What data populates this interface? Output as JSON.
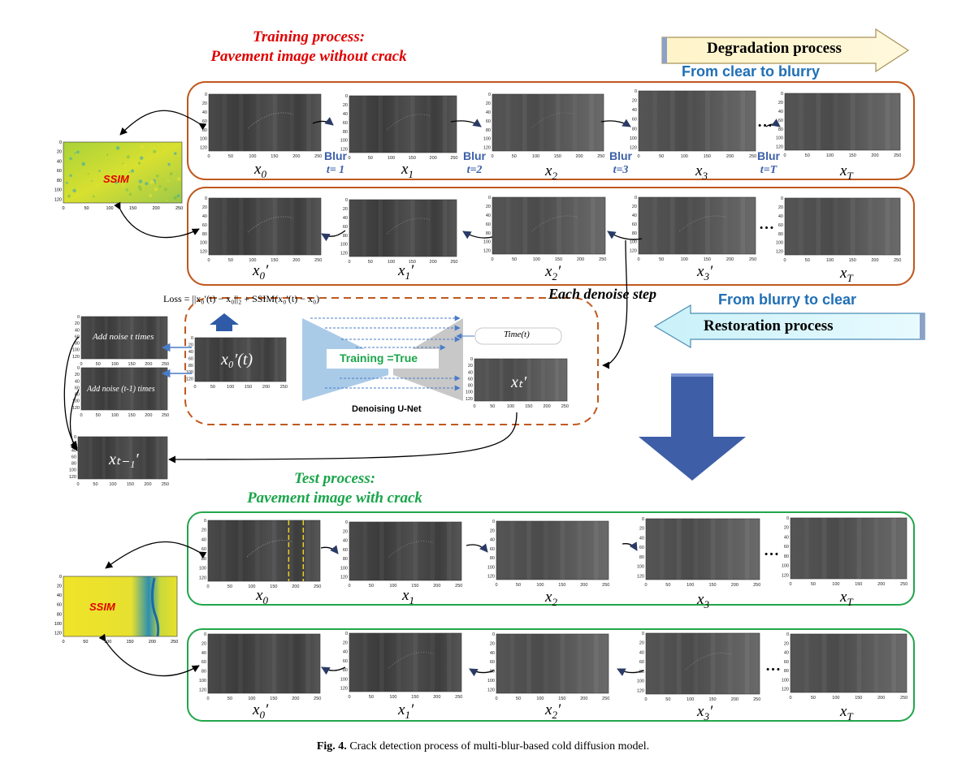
{
  "titles": {
    "training": "Training process:",
    "training_sub": "Pavement image without crack",
    "test": "Test process:",
    "test_sub": "Pavement image with crack",
    "degradation": "Degradation process",
    "from_clear": "From clear to blurry",
    "restoration": "Restoration process",
    "from_blurry": "From blurry to clear",
    "each_step": "Each denoise step"
  },
  "labels": {
    "x0": "x",
    "sub0": "0",
    "x1": "x",
    "sub1": "1",
    "x2": "x",
    "sub2": "2",
    "x3": "x",
    "sub3": "3",
    "xT": "x",
    "subT": "T",
    "prime": "′"
  },
  "blur_steps": [
    {
      "word": "Blur",
      "t": "t= 1"
    },
    {
      "word": "Blur",
      "t": "t=2"
    },
    {
      "word": "Blur",
      "t": "t=3"
    },
    {
      "word": "Blur",
      "t": "t=T"
    }
  ],
  "ssim": "SSIM",
  "ellipsis": "…",
  "middle": {
    "loss": "Loss = ||x₀′(t) − x₀||₂ + SSIM(x₀′(t) − x₀)",
    "add_noise_t": "Add noise t times",
    "add_noise_t1": "Add noise (t-1) times",
    "x0_t": "x₀′(t)",
    "training_true": "Training =True",
    "time": "Time(t)",
    "xt_prime": "xₜ′",
    "unet": "Denoising U-Net",
    "xt1_prime": "xₜ₋₁′"
  },
  "axis": {
    "x_ticks": [
      "0",
      "50",
      "100",
      "150",
      "200",
      "250"
    ],
    "y_ticks": [
      "0",
      "20",
      "40",
      "60",
      "80",
      "100",
      "120"
    ]
  },
  "caption": {
    "label": "Fig. 4.",
    "text": "Crack detection process of multi-blur-based cold diffusion model."
  },
  "colors": {
    "training_title": "#e00000",
    "test_title": "#1aa54a",
    "orange_border": "#c0581e",
    "green_border": "#22a64a",
    "blue_text": "#1f6fb5",
    "big_arrow": "#3e5fa8"
  }
}
